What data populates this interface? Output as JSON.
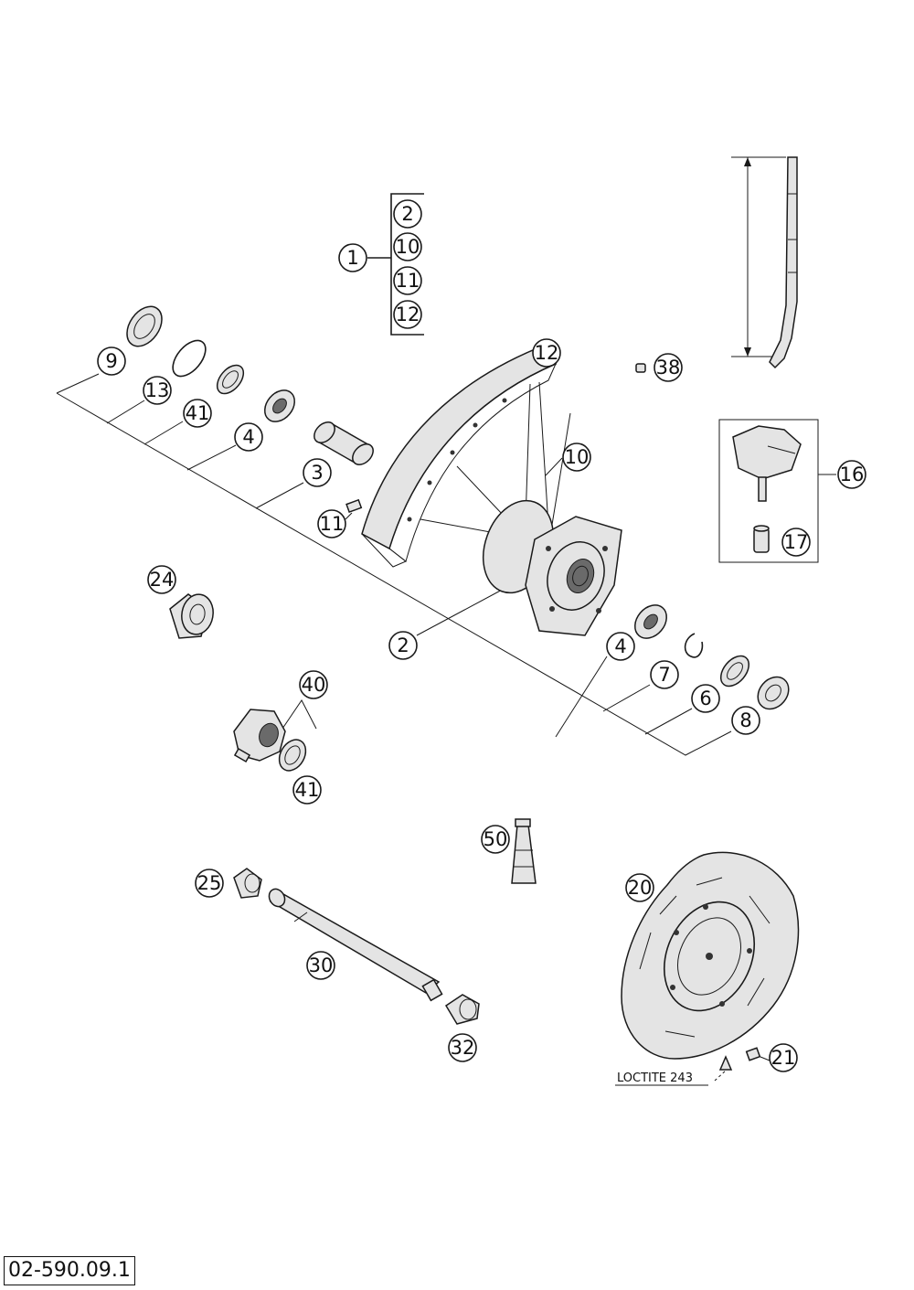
{
  "callouts": {
    "assembly": "1",
    "kit": [
      "2",
      "10",
      "11",
      "12"
    ],
    "parts": [
      "9",
      "13",
      "41",
      "4",
      "3",
      "11",
      "12",
      "10",
      "2",
      "24",
      "4",
      "7",
      "6",
      "8",
      "38",
      "16",
      "17",
      "40",
      "41",
      "50",
      "25",
      "30",
      "32",
      "20",
      "21"
    ]
  },
  "notes": {
    "loctite": "LOCTITE 243"
  },
  "document_number": "02-590.09.1"
}
